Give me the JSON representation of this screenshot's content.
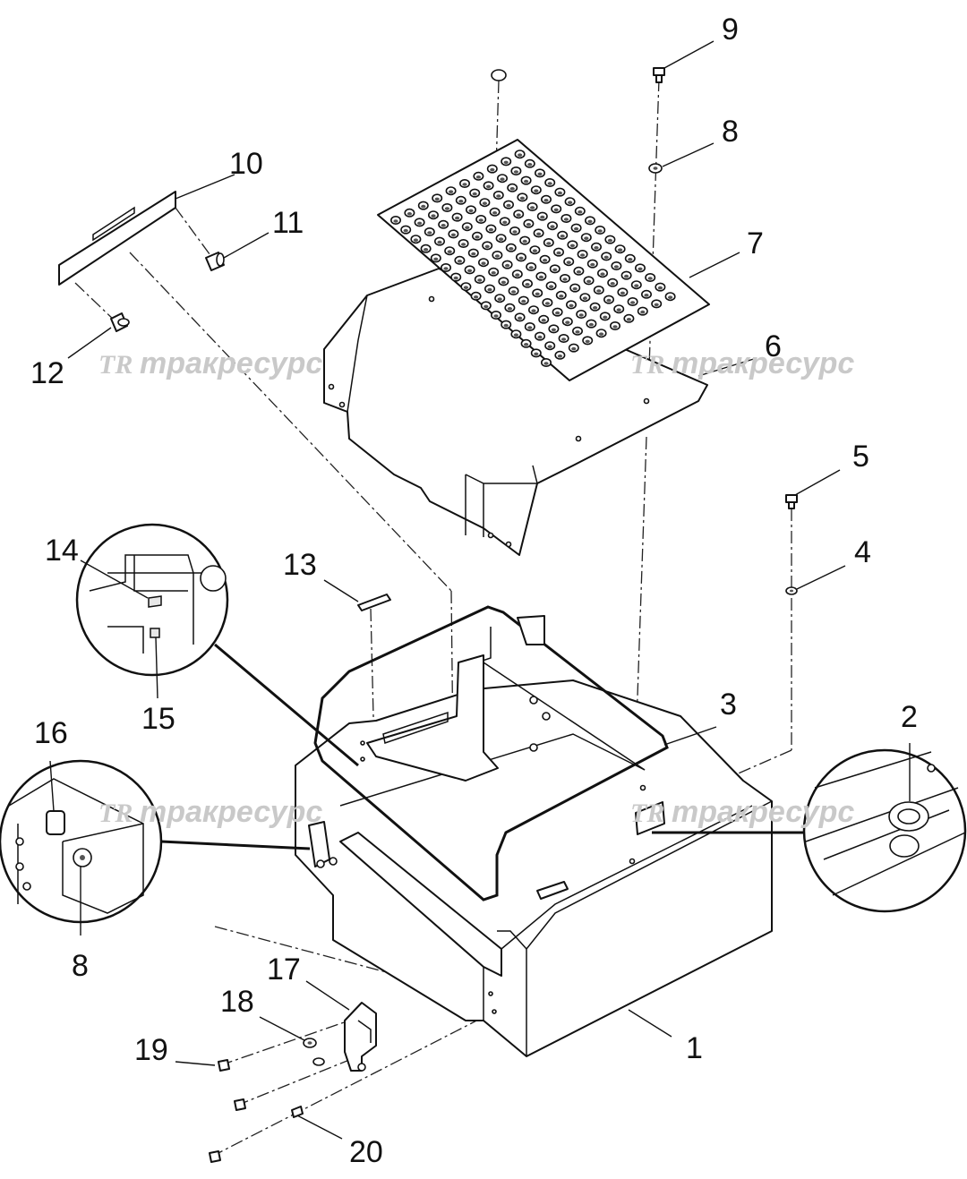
{
  "callouts": [
    {
      "id": "1",
      "label": "1"
    },
    {
      "id": "2",
      "label": "2"
    },
    {
      "id": "3",
      "label": "3"
    },
    {
      "id": "4",
      "label": "4"
    },
    {
      "id": "5",
      "label": "5"
    },
    {
      "id": "6",
      "label": "6"
    },
    {
      "id": "7",
      "label": "7"
    },
    {
      "id": "8a",
      "label": "8"
    },
    {
      "id": "8b",
      "label": "8"
    },
    {
      "id": "9",
      "label": "9"
    },
    {
      "id": "10",
      "label": "10"
    },
    {
      "id": "11",
      "label": "11"
    },
    {
      "id": "12",
      "label": "12"
    },
    {
      "id": "13",
      "label": "13"
    },
    {
      "id": "14",
      "label": "14"
    },
    {
      "id": "15",
      "label": "15"
    },
    {
      "id": "16",
      "label": "16"
    },
    {
      "id": "17",
      "label": "17"
    },
    {
      "id": "18",
      "label": "18"
    },
    {
      "id": "19",
      "label": "19"
    },
    {
      "id": "20",
      "label": "20"
    }
  ],
  "watermark": {
    "logo": "TR",
    "text": "тракресурс",
    "color": "#c9c9c9"
  }
}
